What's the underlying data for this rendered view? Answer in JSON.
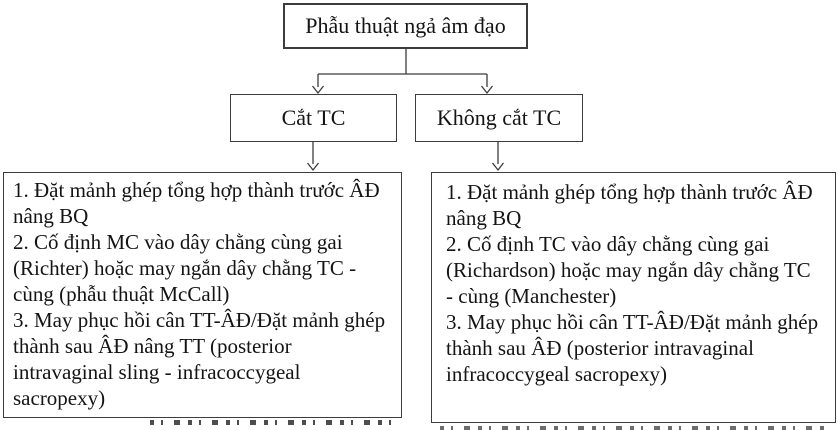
{
  "diagram": {
    "title_node": "Phẫu thuật ngả âm đạo",
    "branch_left_label": "Cắt TC",
    "branch_right_label": "Không cắt TC",
    "left_items": [
      "1. Đặt mảnh ghép tổng hợp thành trước ÂĐ nâng BQ",
      "2. Cố định MC vào dây chằng cùng gai (Richter) hoặc may ngắn dây chằng TC - cùng (phẫu thuật McCall)",
      "3. May phục hồi cân TT-ÂĐ/Đặt mảnh ghép thành sau ÂĐ nâng TT (posterior intravaginal sling - infracoccygeal sacropexy)"
    ],
    "right_items": [
      "1. Đặt mảnh ghép tổng hợp thành trước ÂĐ nâng BQ",
      "2. Cố định TC vào dây chằng cùng gai (Richardson) hoặc may ngắn dây chằng TC - cùng (Manchester)",
      "3. May phục hồi cân TT-ÂĐ/Đặt mảnh ghép thành sau ÂĐ (posterior intravaginal infracoccygeal sacropexy)"
    ],
    "colors": {
      "border": "#3c3c3c",
      "text": "#141414",
      "background": "#ffffff"
    }
  }
}
